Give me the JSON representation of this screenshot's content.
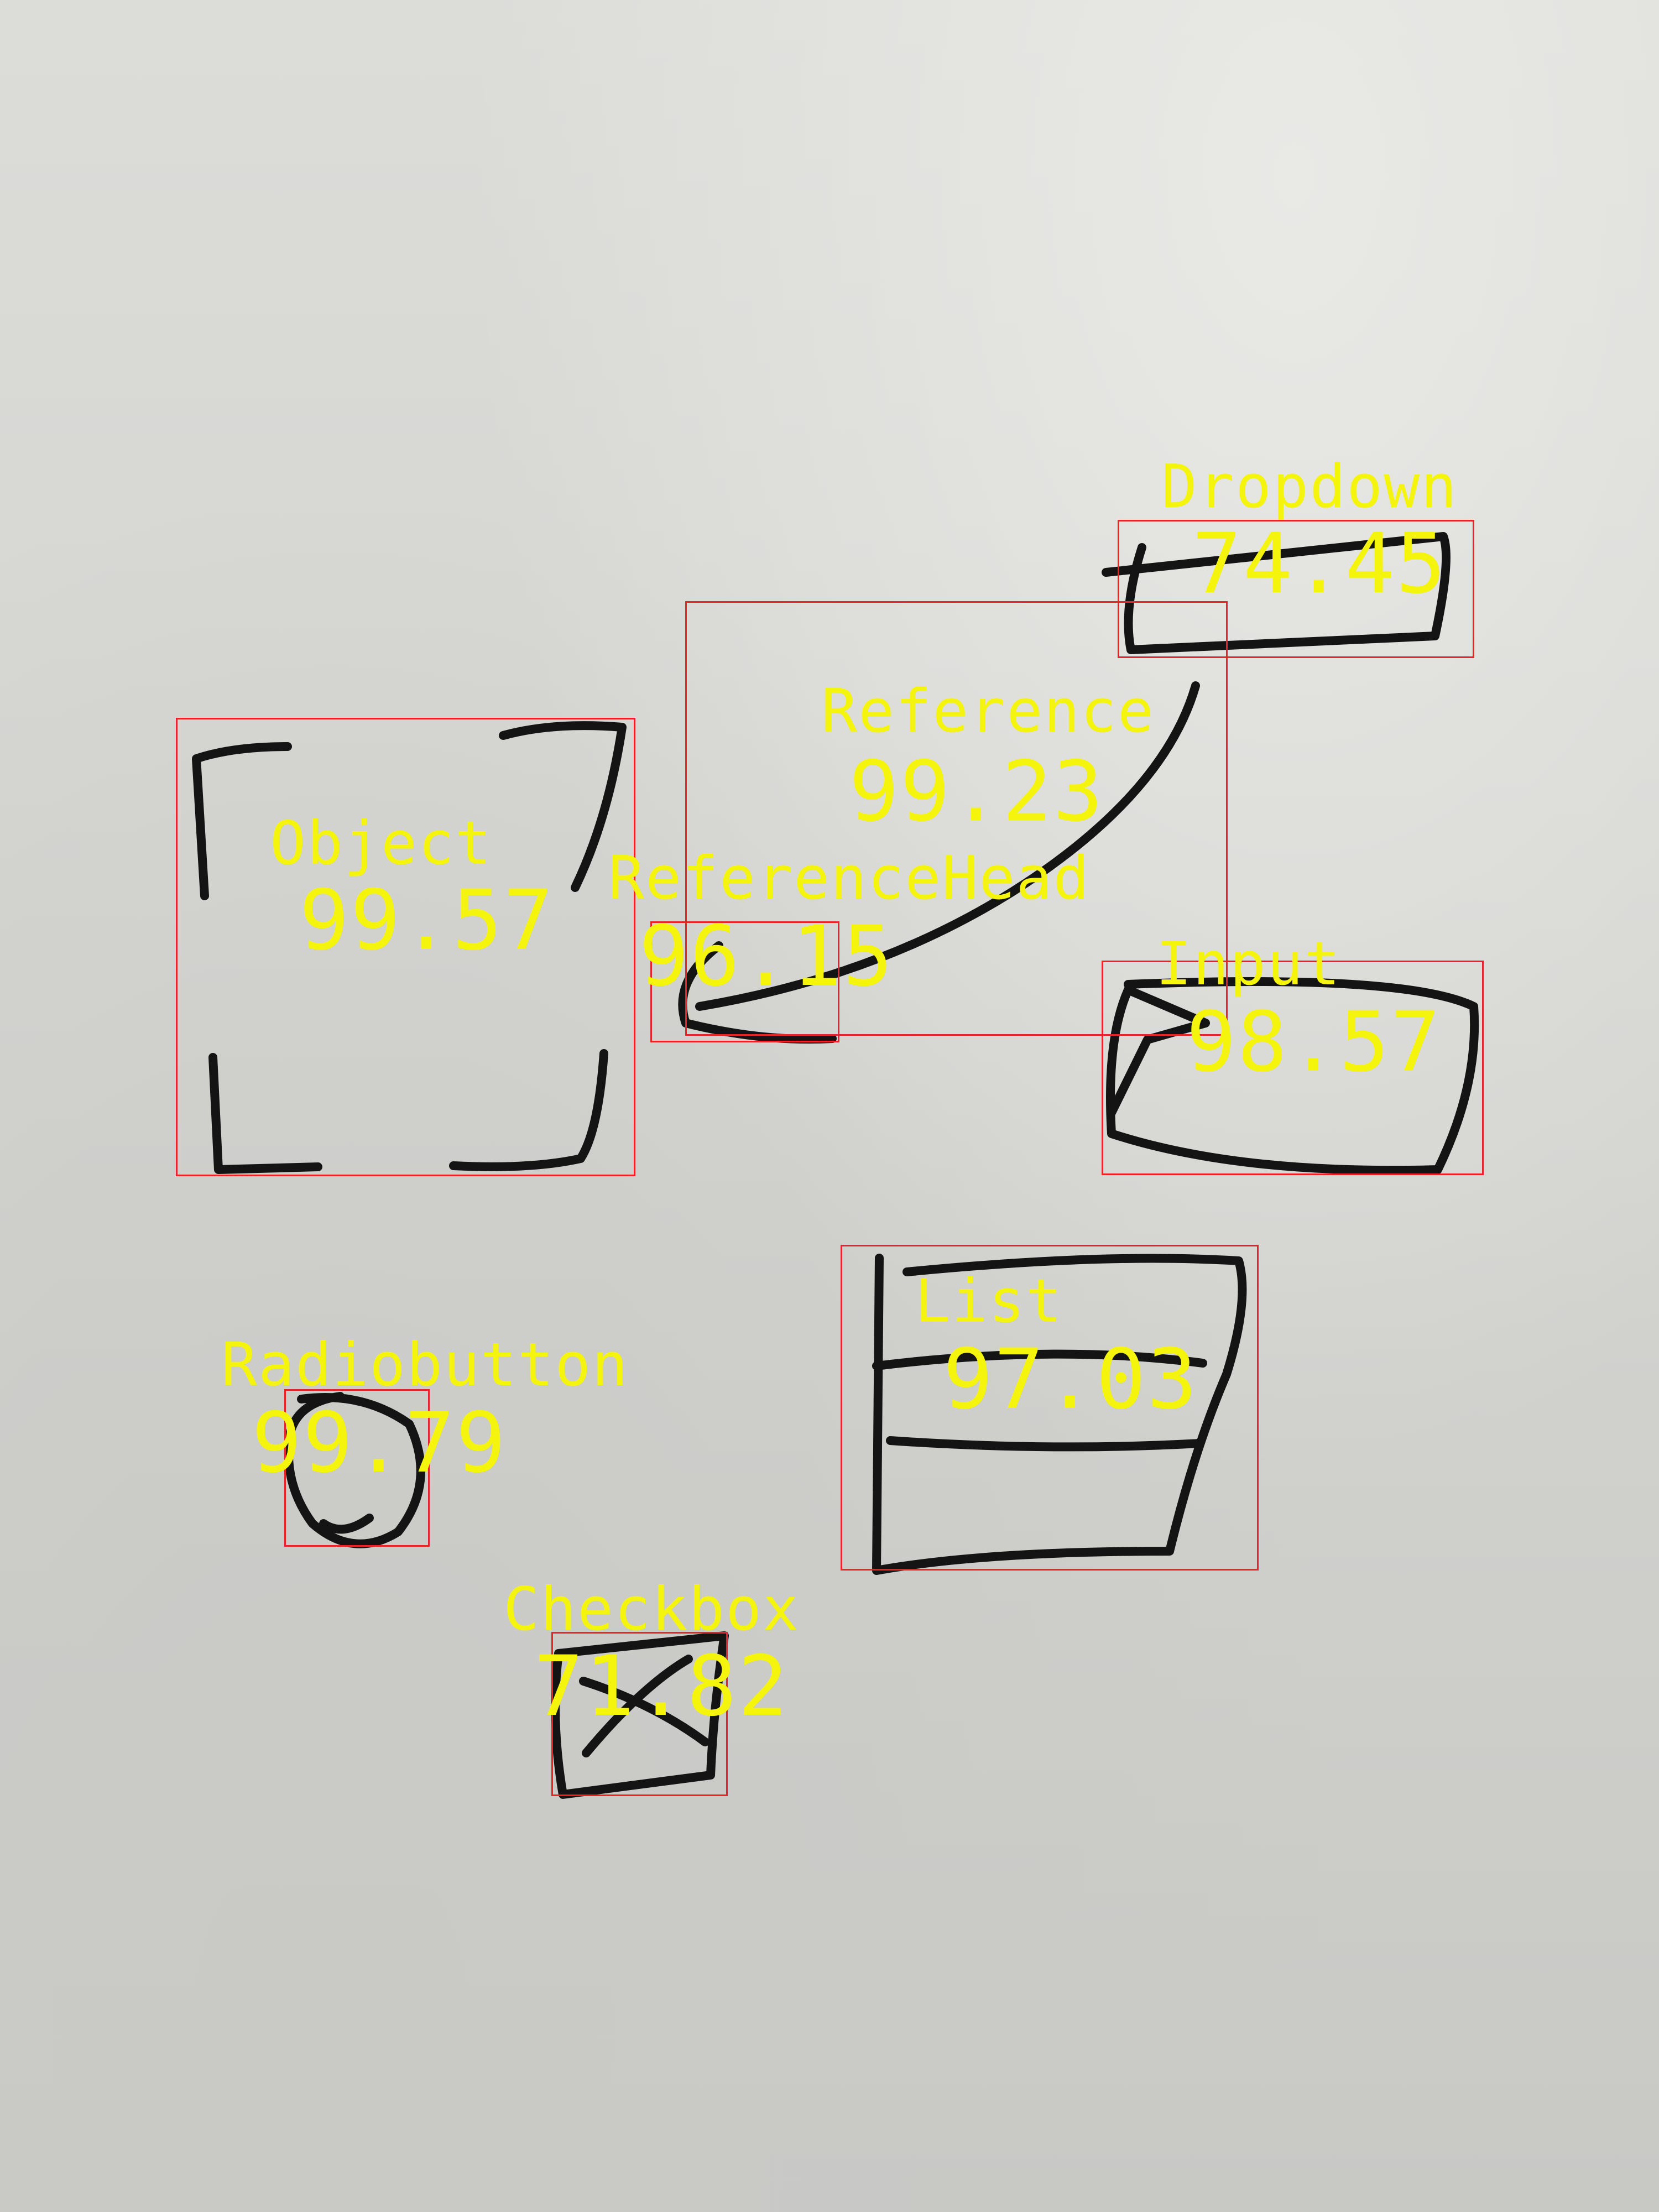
{
  "detections": [
    {
      "id": "dropdown",
      "label": "Dropdown",
      "score": "74.45"
    },
    {
      "id": "reference",
      "label": "Reference",
      "score": "99.23"
    },
    {
      "id": "object",
      "label": "Object",
      "score": "99.57"
    },
    {
      "id": "reference-head",
      "label": "ReferenceHead",
      "score": "96.15"
    },
    {
      "id": "input",
      "label": "Input",
      "score": "98.57"
    },
    {
      "id": "list",
      "label": "List",
      "score": "97.03"
    },
    {
      "id": "radiobutton",
      "label": "Radiobutton",
      "score": "99.79"
    },
    {
      "id": "checkbox",
      "label": "Checkbox",
      "score": "71.82"
    }
  ],
  "colors": {
    "box": "#e8242a",
    "text": "#f4f40c",
    "ink": "#141414",
    "whiteboard": "#d6d6d3"
  }
}
